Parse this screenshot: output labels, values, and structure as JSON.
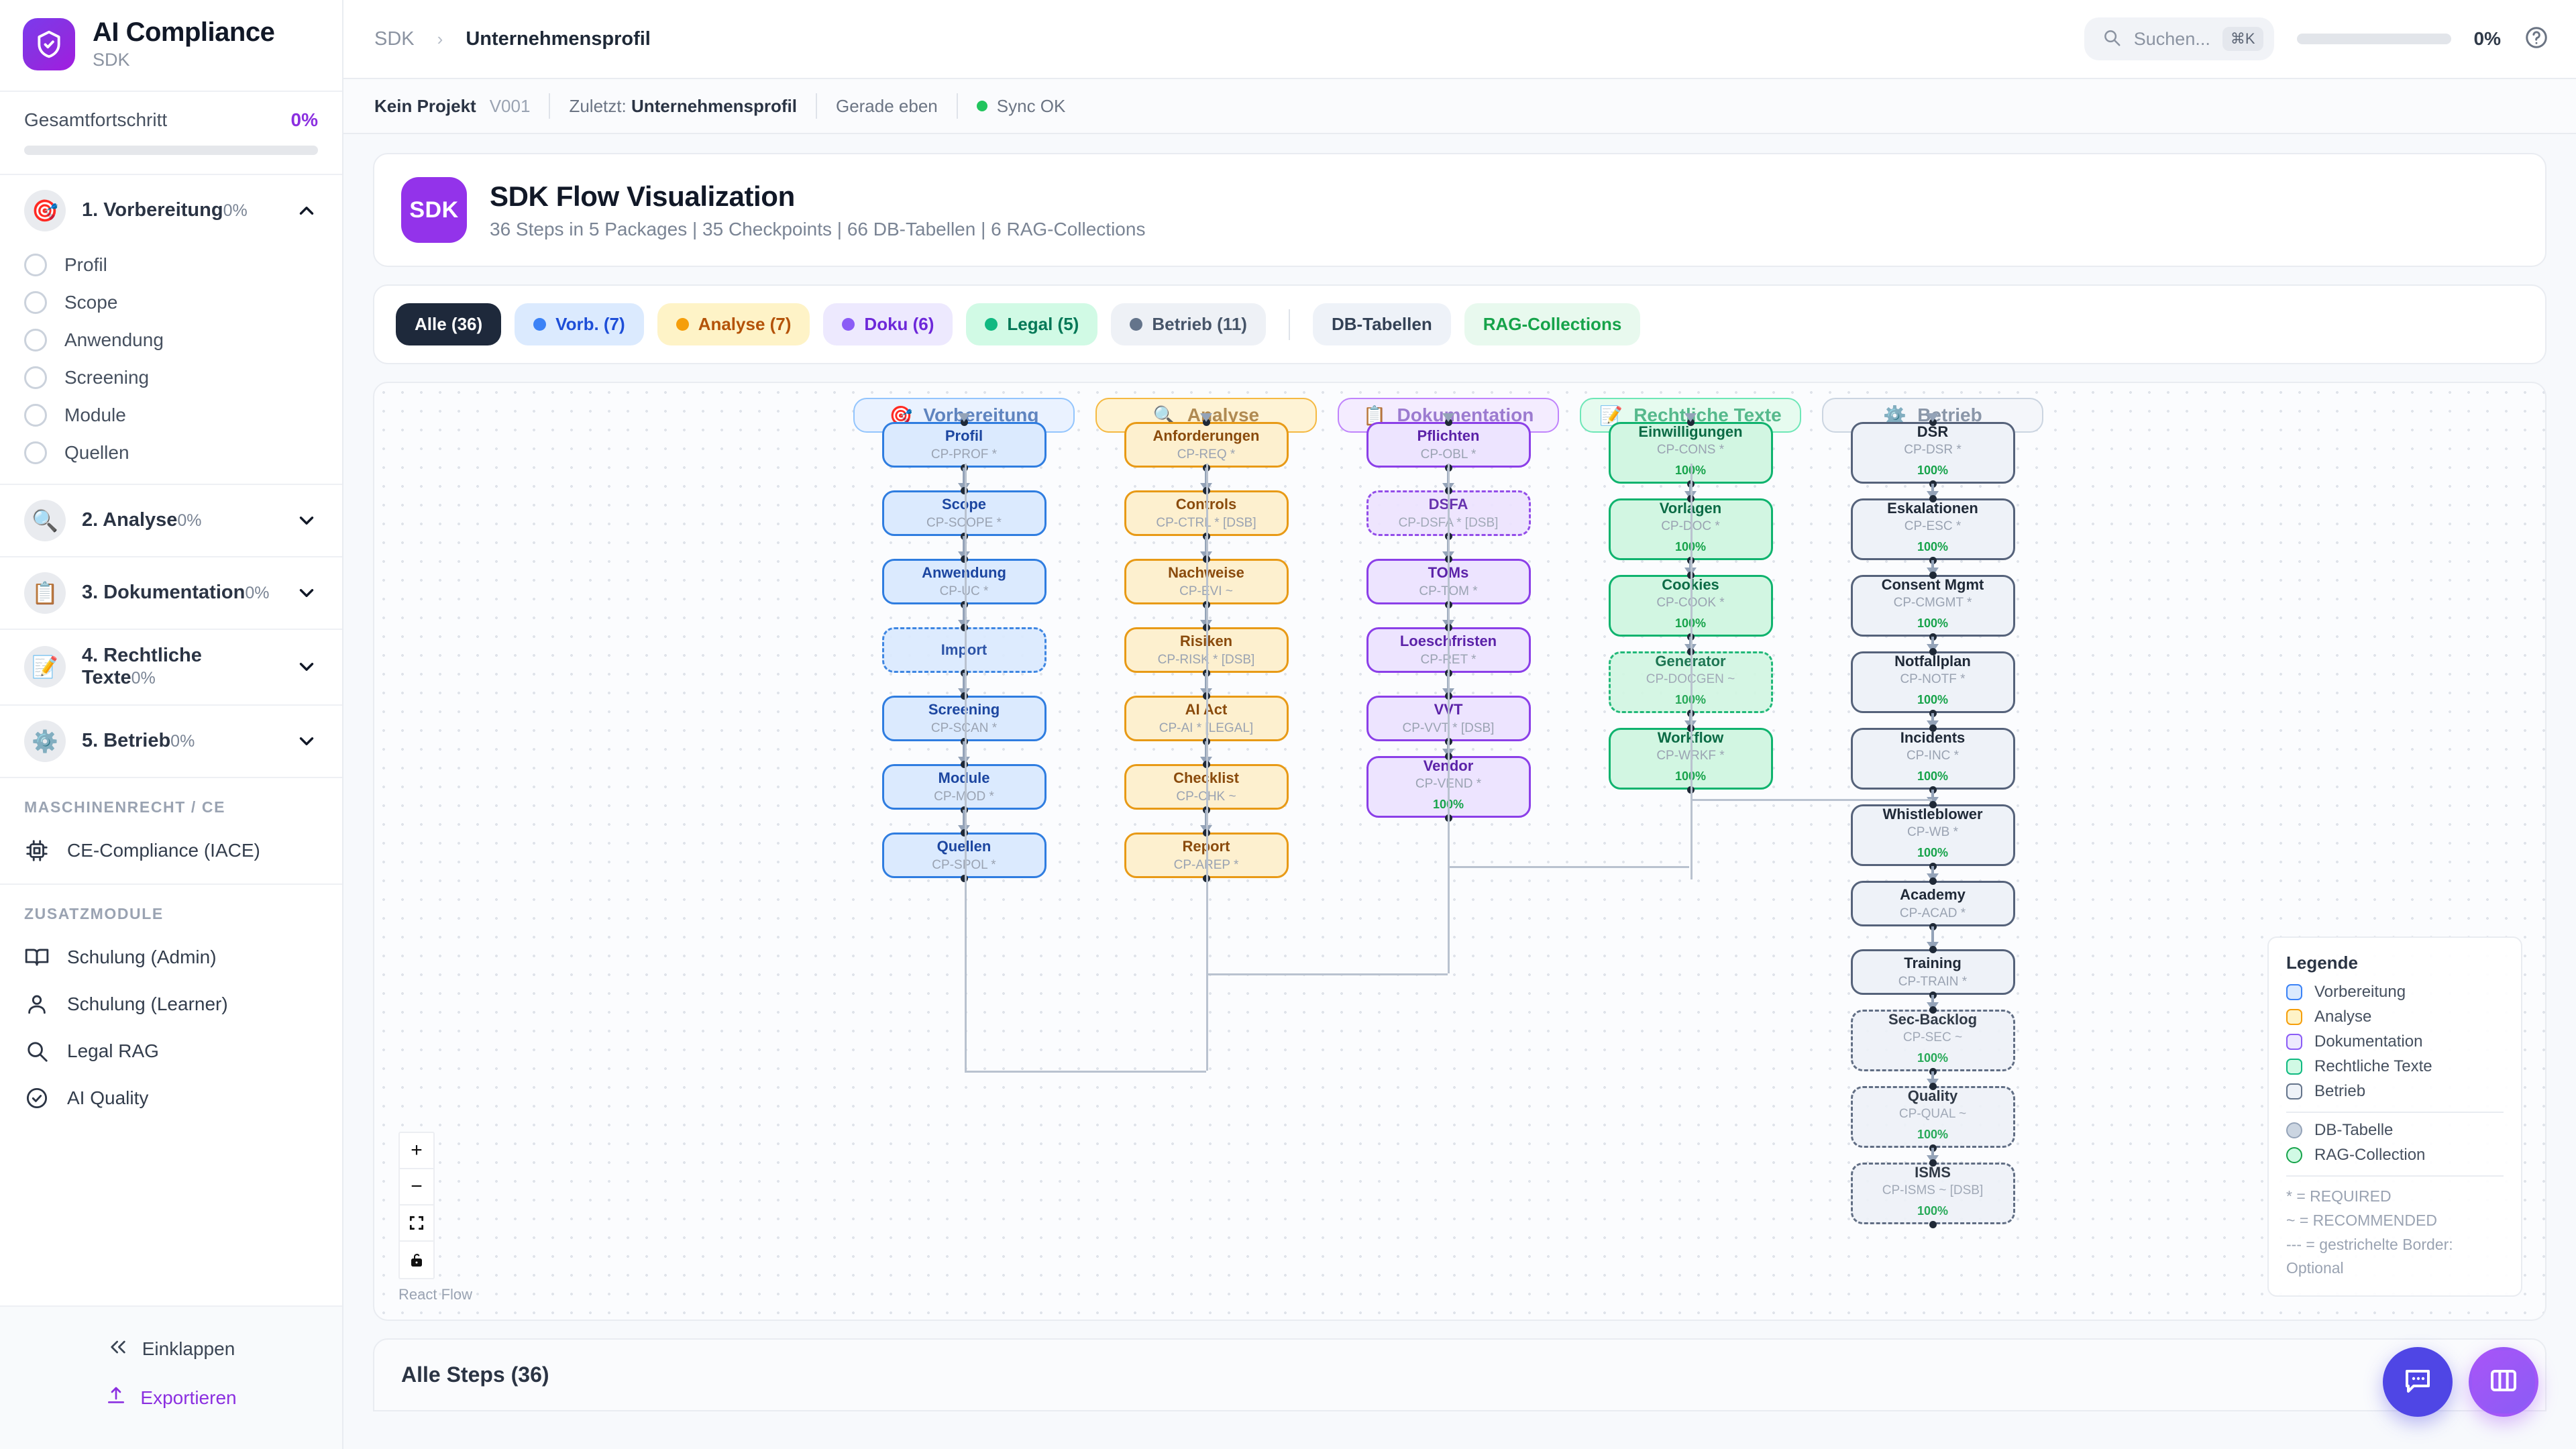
{
  "brand": {
    "name": "AI Compliance",
    "sub": "SDK"
  },
  "overall": {
    "label": "Gesamtfortschritt",
    "value": "0%",
    "fill_pct": 0
  },
  "sidebar": {
    "phases": [
      {
        "emoji": "🎯",
        "title": "1. Vorbereitung",
        "pct": "0%",
        "expanded": true,
        "items": [
          {
            "label": "Profil"
          },
          {
            "label": "Scope"
          },
          {
            "label": "Anwendung"
          },
          {
            "label": "Screening"
          },
          {
            "label": "Module"
          },
          {
            "label": "Quellen"
          }
        ]
      },
      {
        "emoji": "🔍",
        "title": "2. Analyse",
        "pct": "0%",
        "expanded": false,
        "items": []
      },
      {
        "emoji": "📋",
        "title": "3. Dokumentation",
        "pct": "0%",
        "expanded": false,
        "items": []
      },
      {
        "emoji": "📝",
        "title": "4. Rechtliche Texte",
        "pct": "0%",
        "expanded": false,
        "items": []
      },
      {
        "emoji": "⚙️",
        "title": "5. Betrieb",
        "pct": "0%",
        "expanded": false,
        "items": []
      }
    ],
    "section_machine": "MASCHINENRECHT / CE",
    "machine_items": [
      {
        "label": "CE-Compliance (IACE)",
        "icon": "chip-icon"
      }
    ],
    "section_extra": "ZUSATZMODULE",
    "extra_items": [
      {
        "label": "Schulung (Admin)",
        "icon": "book-icon"
      },
      {
        "label": "Schulung (Learner)",
        "icon": "user-icon"
      },
      {
        "label": "Legal RAG",
        "icon": "search-icon"
      },
      {
        "label": "AI Quality",
        "icon": "check-circle-icon"
      }
    ],
    "collapse_label": "Einklappen",
    "export_label": "Exportieren"
  },
  "topbar": {
    "breadcrumb_root": "SDK",
    "breadcrumb_current": "Unternehmensprofil",
    "search_placeholder": "Suchen...",
    "search_kbd": "⌘K",
    "progress_pct": "0%",
    "help_icon": "help-circle-icon"
  },
  "metabar": {
    "project": "Kein Projekt",
    "version": "V001",
    "last_label": "Zuletzt:",
    "last_value": "Unternehmensprofil",
    "time": "Gerade eben",
    "sync": "Sync OK"
  },
  "headcard": {
    "badge": "SDK",
    "title": "SDK Flow Visualization",
    "subtitle": "36 Steps in 5 Packages | 35 Checkpoints | 66 DB-Tabellen | 6 RAG-Collections"
  },
  "chips": [
    {
      "label": "Alle (36)",
      "dot": null,
      "bg": "#1e293b",
      "fg": "#ffffff",
      "active": true
    },
    {
      "label": "Vorb. (7)",
      "dot": "#3b82f6",
      "bg": "#dbeafe",
      "fg": "#1d4ed8",
      "active": false
    },
    {
      "label": "Analyse (7)",
      "dot": "#f59e0b",
      "bg": "#fef3c7",
      "fg": "#b45309",
      "active": false
    },
    {
      "label": "Doku (6)",
      "dot": "#8b5cf6",
      "bg": "#ede9fe",
      "fg": "#6d28d9",
      "active": false
    },
    {
      "label": "Legal (5)",
      "dot": "#10b981",
      "bg": "#d1fae5",
      "fg": "#047857",
      "active": false
    },
    {
      "label": "Betrieb (11)",
      "dot": "#64748b",
      "bg": "#eef1f6",
      "fg": "#475569",
      "active": false
    }
  ],
  "chips_extra": [
    {
      "label": "DB-Tabellen",
      "bg": "#eef2f8",
      "fg": "#334155"
    },
    {
      "label": "RAG-Collections",
      "bg": "#e8f9ee",
      "fg": "#16a34a"
    }
  ],
  "flow": {
    "groups": [
      {
        "label": "Vorbereitung",
        "emoji": "🎯",
        "bg": "#eaf2ff",
        "border": "#93c5fd",
        "fg": "#5f84bf"
      },
      {
        "label": "Analyse",
        "emoji": "🔍",
        "bg": "#fef3d5",
        "border": "#f5b942",
        "fg": "#b08a52"
      },
      {
        "label": "Dokumentation",
        "emoji": "📋",
        "bg": "#f4ecff",
        "border": "#c084fc",
        "fg": "#9c7bd0"
      },
      {
        "label": "Rechtliche Texte",
        "emoji": "📝",
        "bg": "#e6fbef",
        "border": "#6ee7b7",
        "fg": "#56b98c"
      },
      {
        "label": "Betrieb",
        "emoji": "⚙️",
        "bg": "#f4f6fa",
        "border": "#cbd5e1",
        "fg": "#8a96a8"
      }
    ],
    "columns": [
      {
        "key": "vorbereitung",
        "bg": "#dbeafe",
        "border": "#2f7de0",
        "fg": "#1c46a0",
        "nodes": [
          {
            "title": "Profil",
            "code": "CP-PROF *",
            "dashed": false
          },
          {
            "title": "Scope",
            "code": "CP-SCOPE *",
            "dashed": false
          },
          {
            "title": "Anwendung",
            "code": "CP-UC *",
            "dashed": false
          },
          {
            "title": "Import",
            "code": "",
            "dashed": true
          },
          {
            "title": "Screening",
            "code": "CP-SCAN *",
            "dashed": false
          },
          {
            "title": "Module",
            "code": "CP-MOD *",
            "dashed": false
          },
          {
            "title": "Quellen",
            "code": "CP-SPOL *",
            "dashed": false
          }
        ]
      },
      {
        "key": "analyse",
        "bg": "#fdf0cf",
        "border": "#e89a16",
        "fg": "#8a4b0d",
        "nodes": [
          {
            "title": "Anforderungen",
            "code": "CP-REQ *",
            "dashed": false
          },
          {
            "title": "Controls",
            "code": "CP-CTRL * [DSB]",
            "dashed": false
          },
          {
            "title": "Nachweise",
            "code": "CP-EVI ~",
            "dashed": false
          },
          {
            "title": "Risiken",
            "code": "CP-RISK * [DSB]",
            "dashed": false
          },
          {
            "title": "AI Act",
            "code": "CP-AI * [LEGAL]",
            "dashed": false
          },
          {
            "title": "Checklist",
            "code": "CP-CHK ~",
            "dashed": false
          },
          {
            "title": "Report",
            "code": "CP-AREP *",
            "dashed": false
          }
        ]
      },
      {
        "key": "dokumentation",
        "bg": "#ede4ff",
        "border": "#8b3fe8",
        "fg": "#5b22a8",
        "nodes": [
          {
            "title": "Pflichten",
            "code": "CP-OBL *",
            "dashed": false
          },
          {
            "title": "DSFA",
            "code": "CP-DSFA * [DSB]",
            "dashed": true
          },
          {
            "title": "TOMs",
            "code": "CP-TOM *",
            "dashed": false
          },
          {
            "title": "Loeschfristen",
            "code": "CP-RET *",
            "dashed": false
          },
          {
            "title": "VVT",
            "code": "CP-VVT * [DSB]",
            "dashed": false
          },
          {
            "title": "Vendor",
            "code": "CP-VEND *",
            "dashed": false,
            "pct": "100%"
          }
        ]
      },
      {
        "key": "legal",
        "bg": "#d2f6e2",
        "border": "#0fb36e",
        "fg": "#0b6b45",
        "nodes": [
          {
            "title": "Einwilligungen",
            "code": "CP-CONS *",
            "dashed": false,
            "pct": "100%"
          },
          {
            "title": "Vorlagen",
            "code": "CP-DOC *",
            "dashed": false,
            "pct": "100%"
          },
          {
            "title": "Cookies",
            "code": "CP-COOK *",
            "dashed": false,
            "pct": "100%"
          },
          {
            "title": "Generator",
            "code": "CP-DOCGEN ~",
            "dashed": true,
            "pct": "100%"
          },
          {
            "title": "Workflow",
            "code": "CP-WRKF *",
            "dashed": false,
            "pct": "100%"
          }
        ]
      },
      {
        "key": "betrieb",
        "bg": "#eef2f8",
        "border": "#55627a",
        "fg": "#1f2937",
        "nodes": [
          {
            "title": "DSR",
            "code": "CP-DSR *",
            "dashed": false,
            "pct": "100%"
          },
          {
            "title": "Eskalationen",
            "code": "CP-ESC *",
            "dashed": false,
            "pct": "100%"
          },
          {
            "title": "Consent Mgmt",
            "code": "CP-CMGMT *",
            "dashed": false,
            "pct": "100%"
          },
          {
            "title": "Notfallplan",
            "code": "CP-NOTF *",
            "dashed": false,
            "pct": "100%"
          },
          {
            "title": "Incidents",
            "code": "CP-INC *",
            "dashed": false,
            "pct": "100%"
          },
          {
            "title": "Whistleblower",
            "code": "CP-WB *",
            "dashed": false,
            "pct": "100%"
          },
          {
            "title": "Academy",
            "code": "CP-ACAD *",
            "dashed": false
          },
          {
            "title": "Training",
            "code": "CP-TRAIN *",
            "dashed": false
          },
          {
            "title": "Sec-Backlog",
            "code": "CP-SEC ~",
            "dashed": true,
            "pct": "100%"
          },
          {
            "title": "Quality",
            "code": "CP-QUAL ~",
            "dashed": true,
            "pct": "100%"
          },
          {
            "title": "ISMS",
            "code": "CP-ISMS ~ [DSB]",
            "dashed": true,
            "pct": "100%"
          }
        ]
      }
    ],
    "controls": {
      "zoom_in": "+",
      "zoom_out": "−",
      "fit": "fit-view-icon",
      "lock": "lock-icon"
    },
    "attribution": "React Flow"
  },
  "legend": {
    "title": "Legende",
    "items": [
      {
        "label": "Vorbereitung",
        "bg": "#dbeafe",
        "border": "#3b82f6",
        "shape": "square"
      },
      {
        "label": "Analyse",
        "bg": "#fef3c7",
        "border": "#f59e0b",
        "shape": "square"
      },
      {
        "label": "Dokumentation",
        "bg": "#ede9fe",
        "border": "#8b5cf6",
        "shape": "square"
      },
      {
        "label": "Rechtliche Texte",
        "bg": "#d1fae5",
        "border": "#10b981",
        "shape": "square"
      },
      {
        "label": "Betrieb",
        "bg": "#eef2f8",
        "border": "#64748b",
        "shape": "square"
      }
    ],
    "items2": [
      {
        "label": "DB-Tabelle",
        "bg": "#cbd5e1",
        "border": "#94a3b8",
        "shape": "circle"
      },
      {
        "label": "RAG-Collection",
        "bg": "#d1fae5",
        "border": "#16a34a",
        "shape": "circle"
      }
    ],
    "notes": [
      "* = REQUIRED",
      "~ = RECOMMENDED",
      "--- = gestrichelte Border: Optional"
    ]
  },
  "bottom": {
    "title": "Alle Steps (36)"
  },
  "fabs": [
    {
      "name": "chat-fab",
      "icon": "chat-icon"
    },
    {
      "name": "panel-fab",
      "icon": "columns-icon"
    }
  ]
}
